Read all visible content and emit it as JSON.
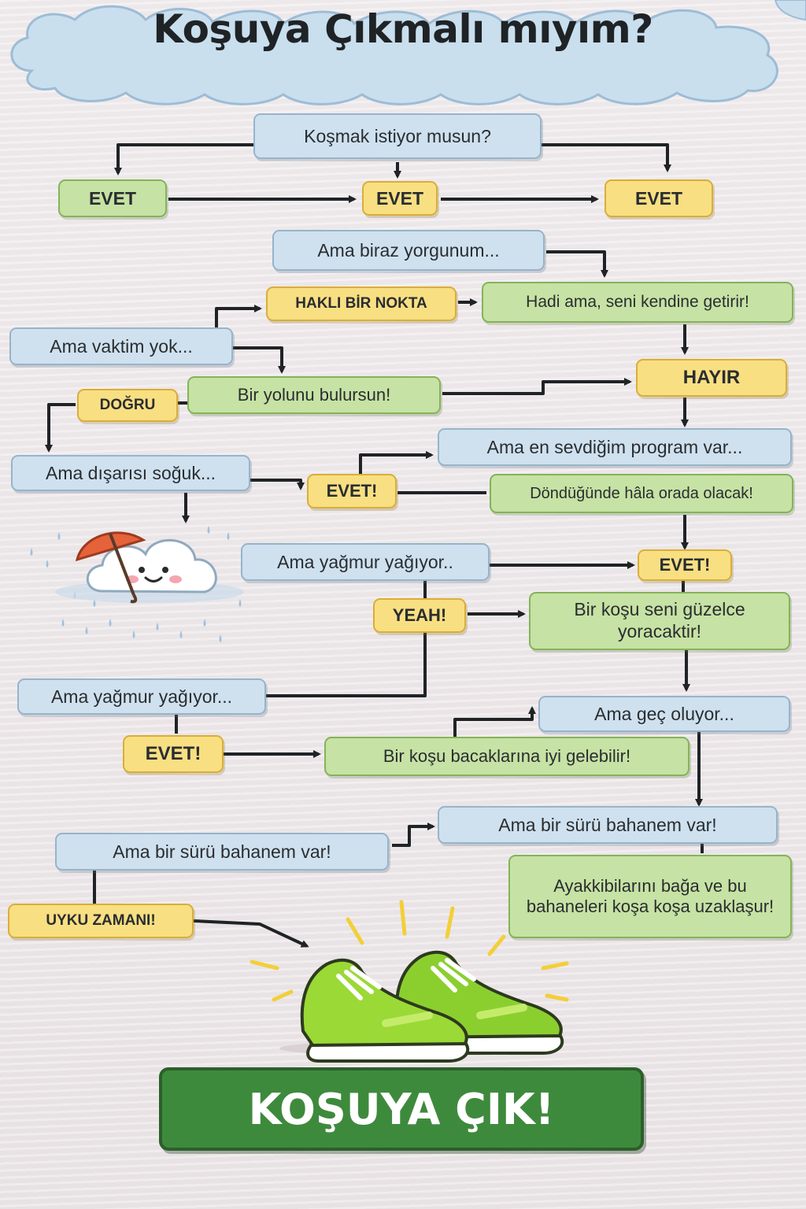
{
  "title": "Koşuya Çıkmalı mıyım?",
  "nodes": {
    "q_start": "Koşmak istiyor musun?",
    "evet_left": "EVET",
    "evet_mid": "EVET",
    "evet_right": "EVET",
    "yorgun": "Ama biraz yorgunum...",
    "hakli": "HAKLI BİR NOKTA",
    "hadi_ama": "Hadi ama, seni kendine getirir!",
    "vaktim_yok": "Ama vaktim yok...",
    "hayir": "HAYIR",
    "dogru": "DOĞRU",
    "yolunu_bulursun": "Bir yolunu bulursun!",
    "program": "Ama en sevdiğim program var...",
    "soguk": "Ama dışarısı soğuk...",
    "evet_soguk": "EVET!",
    "donecek": "Döndüğünde hâla orada olacak!",
    "yagmur1": "Ama yağmur yağıyor..",
    "evet_yagmur": "EVET!",
    "yeah": "YEAH!",
    "guzel_yorar": "Bir koşu seni güzelce yoracaktir!",
    "yagmur2": "Ama yağmur yağıyor...",
    "gec": "Ama geç oluyor...",
    "evet_bacak": "EVET!",
    "bacaklar": "Bir koşu bacaklarına iyi gelebilir!",
    "bahane_right": "Ama bir sürü bahanem var!",
    "bahane_left": "Ama bir sürü bahanem var!",
    "ayakkabi": "Ayakkibilarını bağa ve bu bahaneleri koşa koşa uzaklaşur!",
    "uyku": "UYKU ZAMANI!",
    "final": "KOŞUYA ÇIK!"
  },
  "icons": [
    "cloud-umbrella-icon",
    "running-shoes-icon"
  ],
  "colors": {
    "question_blue": "#cfe1ef",
    "answer_green": "#c6e2a4",
    "label_yellow": "#f8df82",
    "final_green": "#3e8a3d",
    "arrow": "#1f2326"
  }
}
